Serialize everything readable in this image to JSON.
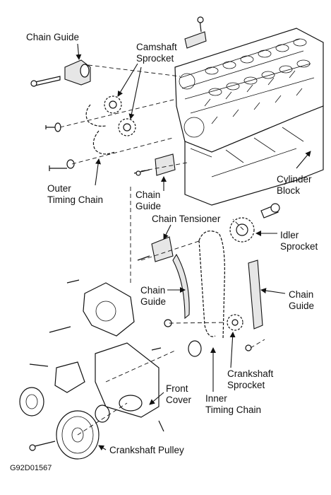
{
  "figure_code": "G92D01567",
  "labels": {
    "chain_guide_top": "Chain Guide",
    "camshaft_sprocket": [
      "Camshaft",
      "Sprocket"
    ],
    "chain_guide_mid": [
      "Chain",
      "Guide"
    ],
    "outer_timing_chain": [
      "Outer",
      "Timing Chain"
    ],
    "cylinder_block": [
      "Cylinder",
      "Block"
    ],
    "chain_tensioner": "Chain Tensioner",
    "idler_sprocket": [
      "Idler",
      "Sprocket"
    ],
    "chain_guide_center": [
      "Chain",
      "Guide"
    ],
    "chain_guide_right": [
      "Chain",
      "Guide"
    ],
    "crankshaft_sprocket": [
      "Crankshaft",
      "Sprocket"
    ],
    "front_cover": [
      "Front",
      "Cover"
    ],
    "inner_timing_chain": [
      "Inner",
      "Timing Chain"
    ],
    "crankshaft_pulley": "Crankshaft Pulley"
  }
}
